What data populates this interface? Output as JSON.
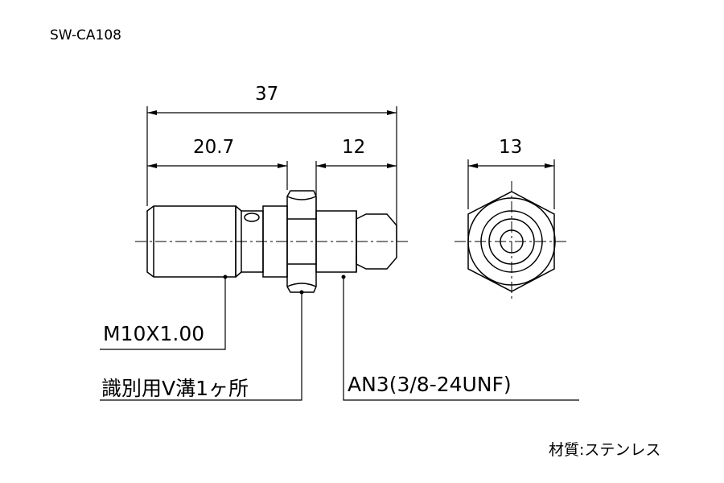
{
  "part_number": "SW-CA108",
  "dimensions": {
    "overall_length": "37",
    "thread_length": "20.7",
    "tip_length": "12",
    "hex_width": "13"
  },
  "callouts": {
    "thread_spec": "M10X1.00",
    "groove_note": "識別用V溝1ヶ所",
    "fitting_spec": "AN3(3/8-24UNF)"
  },
  "material": "材質:ステンレス"
}
